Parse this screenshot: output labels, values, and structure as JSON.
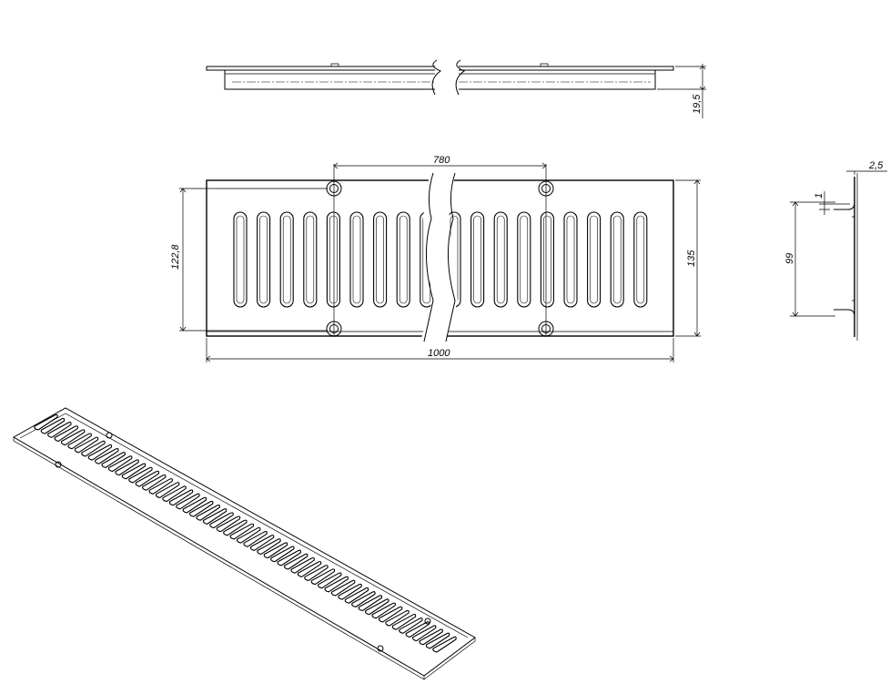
{
  "dimensions": {
    "top_height": "19,5",
    "hole_spacing": "780",
    "inner_height": "122,8",
    "outer_height": "135",
    "length": "1000",
    "side_thickness": "2,5",
    "side_step": "1",
    "side_height": "99"
  },
  "colors": {
    "line": "#000000",
    "background": "#ffffff"
  }
}
